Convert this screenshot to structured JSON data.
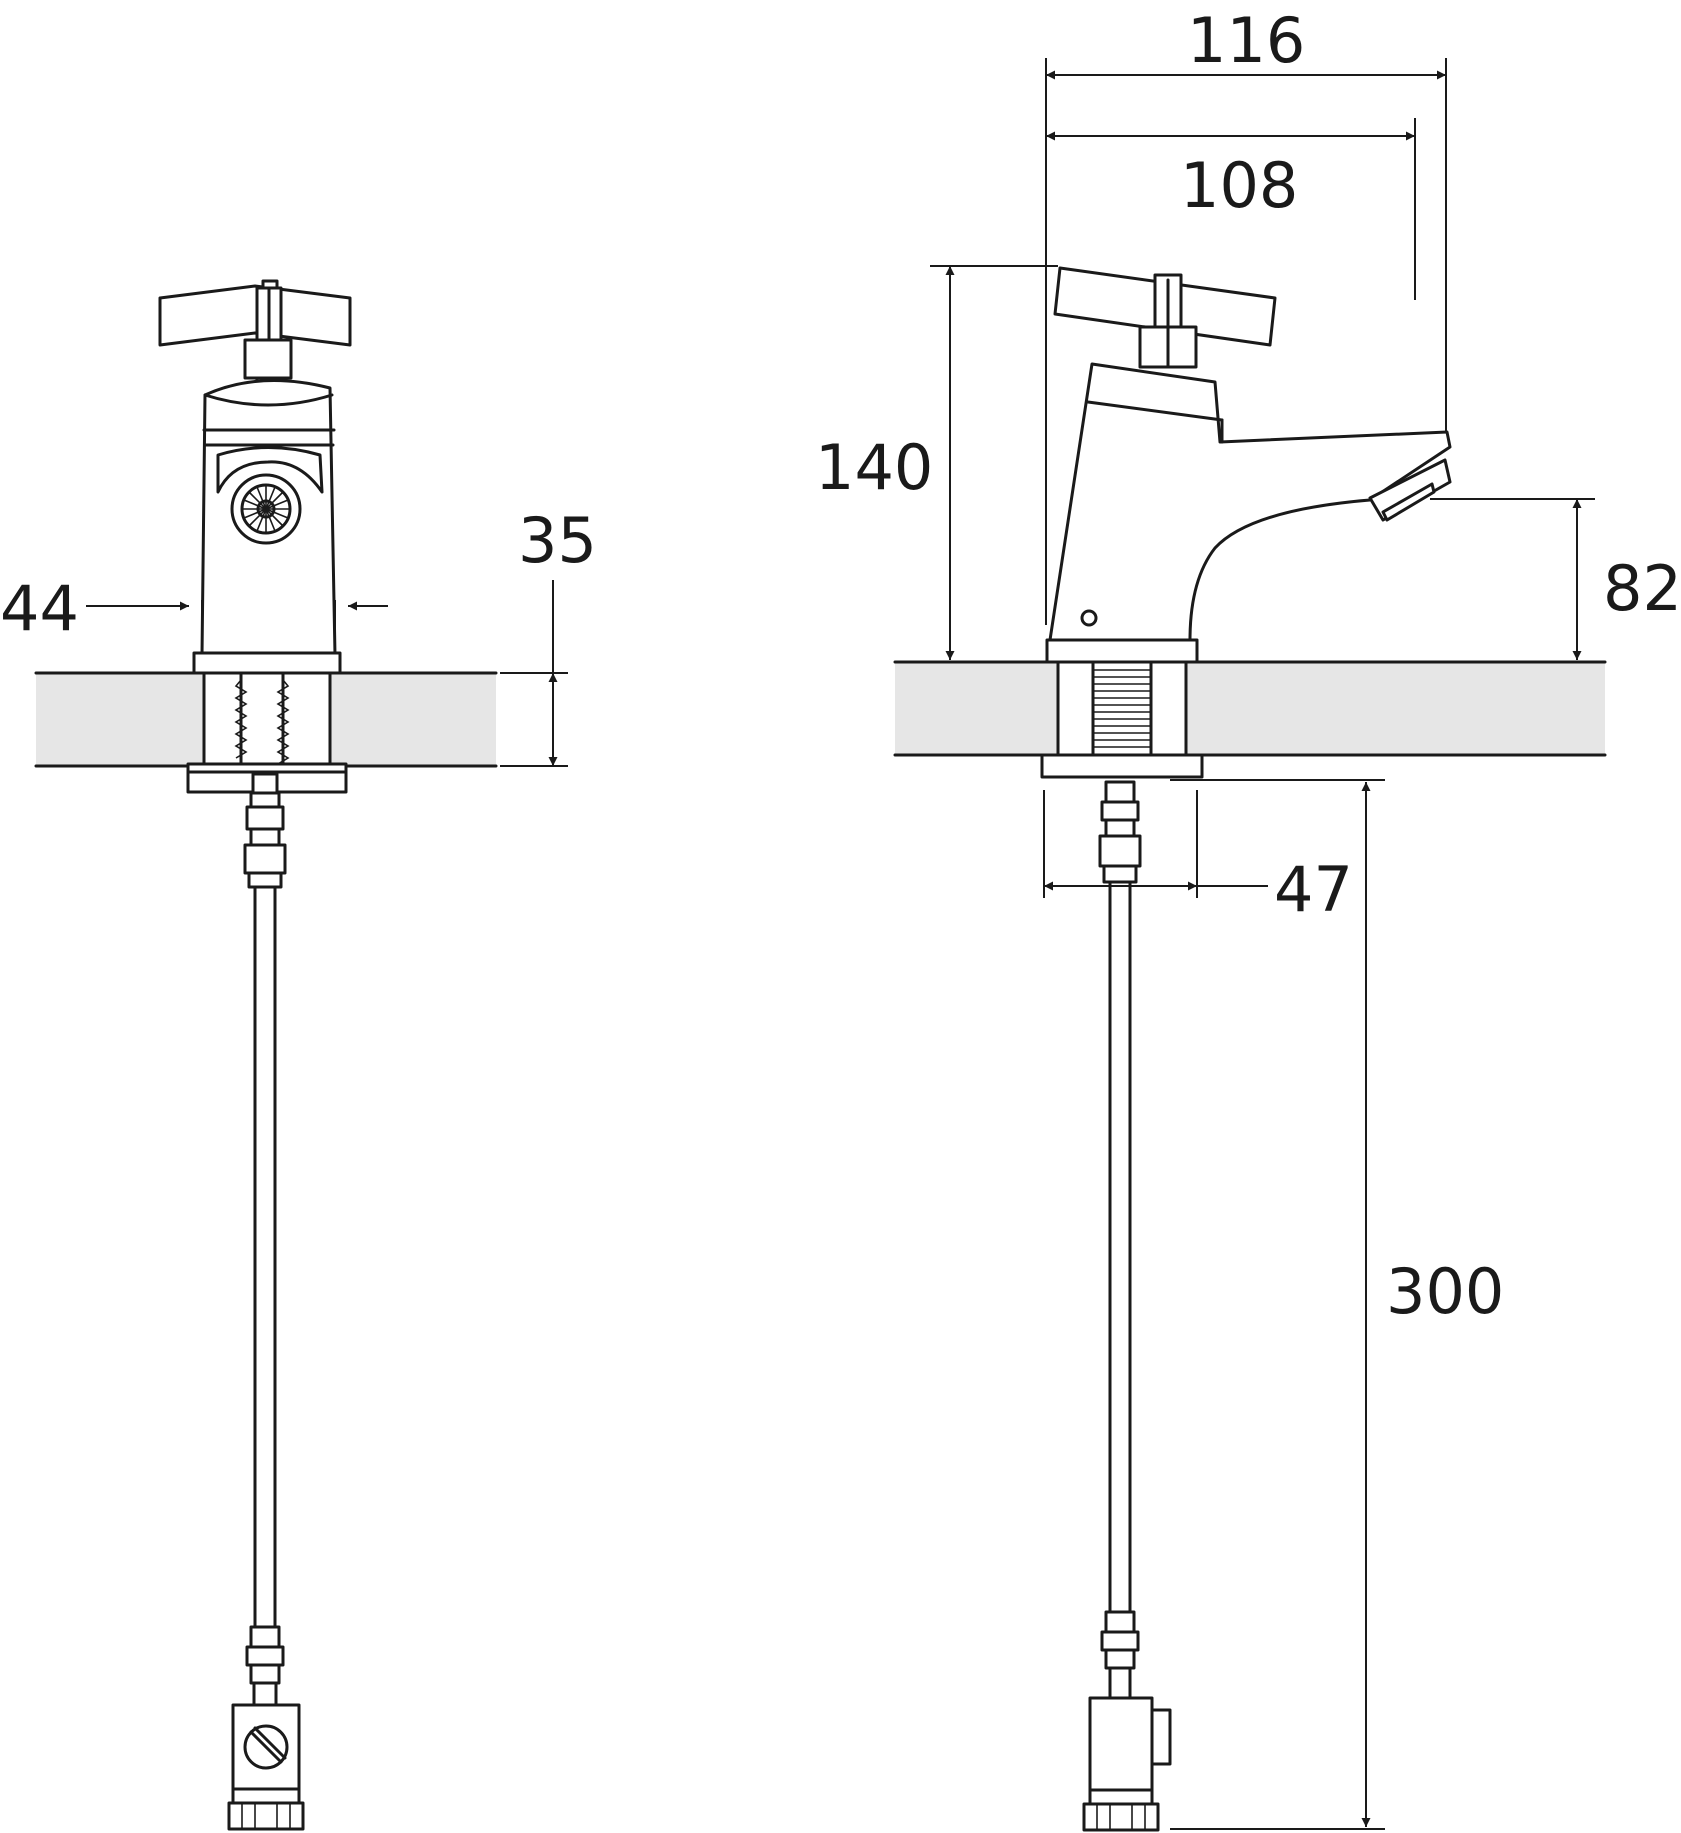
{
  "colors": {
    "line": "#1a1a1a",
    "deck": "#e6e6e6",
    "background": "#ffffff"
  },
  "dimensions": {
    "front_body_width": "44",
    "deck_thickness": "35",
    "overall_depth": "116",
    "spout_reach": "108",
    "overall_height": "140",
    "spout_height": "82",
    "base_diameter": "47",
    "tail_length": "300"
  }
}
